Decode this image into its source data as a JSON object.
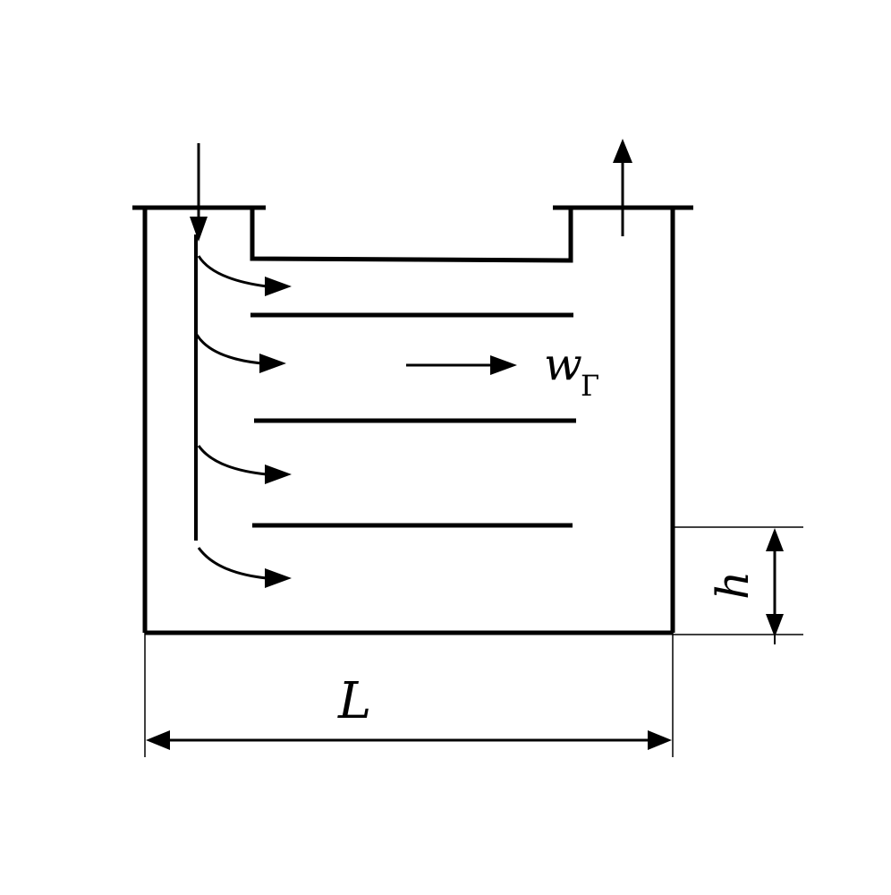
{
  "diagram": {
    "labels": {
      "velocity_symbol": "w",
      "velocity_subscript": "Г",
      "length": "L",
      "height": "h"
    },
    "shelves_count": 3,
    "inflow_arrows_count": 4,
    "colors": {
      "ink": "#000000",
      "background": "#ffffff"
    }
  }
}
